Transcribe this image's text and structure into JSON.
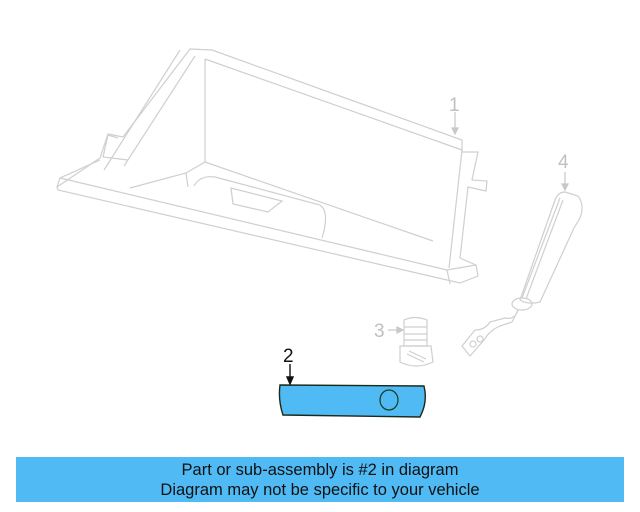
{
  "diagram": {
    "callouts": [
      {
        "number": "1",
        "part": "glove box assembly",
        "highlighted": false
      },
      {
        "number": "2",
        "part": "highlighted part",
        "highlighted": true
      },
      {
        "number": "3",
        "part": "screw",
        "highlighted": false
      },
      {
        "number": "4",
        "part": "strut / damper",
        "highlighted": false
      }
    ],
    "highlight_color": "#4fbaf4",
    "line_color": "#c8c8c8"
  },
  "banner": {
    "line1": "Part or sub-assembly is #2 in diagram",
    "line2": "Diagram may not be specific to your vehicle",
    "background": "#4fbaf4"
  }
}
